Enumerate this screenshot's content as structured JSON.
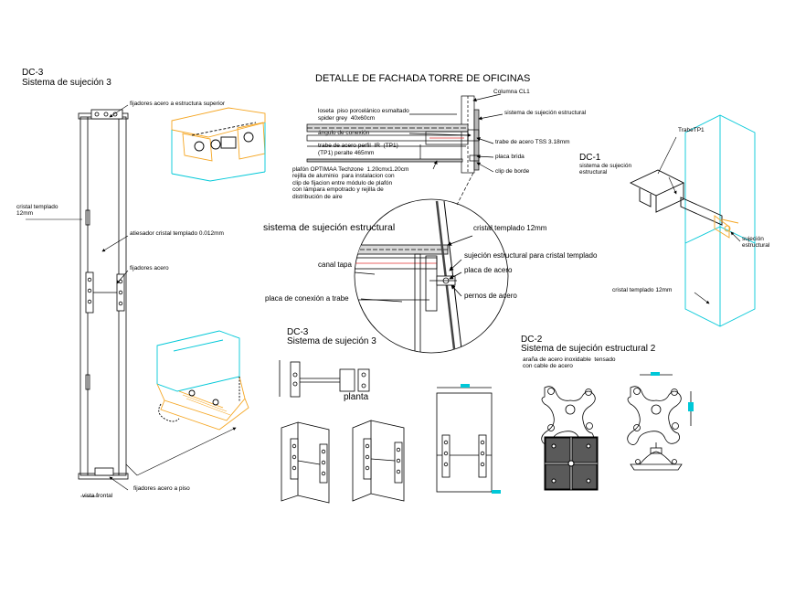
{
  "detail_title": "DETALLE  DE  FACHADA TORRE DE OFICINAS",
  "dc3_left": {
    "code": "DC-3",
    "title": "Sistema de sujeción 3",
    "label_top": "fijadores acero a  estructura superior",
    "label_glass": "cristal templado\n12mm",
    "label_brace": "atiesador cristal templado 0.012mm",
    "label_fixers": "fijadores acero",
    "label_floor": "fijadores acero a piso",
    "label_view": "vista frontal"
  },
  "section": {
    "col": "Columna  CL1",
    "floor": "loseta  piso porcelánico esmaltado\nspider grey  40x60cm",
    "struct": "sistema de sujeción estructural",
    "angle": "ángulo de conexión",
    "beam_profile": "trabe de acero perfil  IR  (TP1)\n(TP1) peralte 465mm",
    "beam_tss": "trabe de acero TSS  3.18mm",
    "plate": "placa brida",
    "clip": "clip de borde",
    "ceiling": "plafón OPTIMAA Techzone  1.20cmx1.20cm\nrejilla de aluminio  para instalacion con\nclip de fijacion entre módulo de plafón\ncon lámpara empotrado y rejilla de\ndistribución de aire"
  },
  "circle": {
    "title": "sistema de sujeción estructural",
    "canal": "canal tapa",
    "plate_conn": "placa de conexión a trabe",
    "glass": "cristal templado 12mm",
    "fix": "sujeción  estructural para cristal templado",
    "plate_steel": "placa de acero",
    "bolts": "pernos de acero"
  },
  "dc1": {
    "beam": "TrabeTP1",
    "code": "DC-1",
    "title": "sistema de sujeción\nestructural",
    "fix": "sujeción\nestructural",
    "glass": "cristal templado 12mm"
  },
  "dc3_mid": {
    "code": "DC-3",
    "title": "Sistema de sujeción 3",
    "plan": "planta"
  },
  "dc2": {
    "code": "DC-2",
    "title": "Sistema de sujeción estructural 2",
    "desc": "araña de acero inoxidable  tensado\ncon cable de acero"
  },
  "colors": {
    "line": "#000000",
    "accent_orange": "#f5a623",
    "accent_cyan": "#00c8d8",
    "accent_red": "#e03030",
    "gray_fill": "#b8b8b8"
  }
}
